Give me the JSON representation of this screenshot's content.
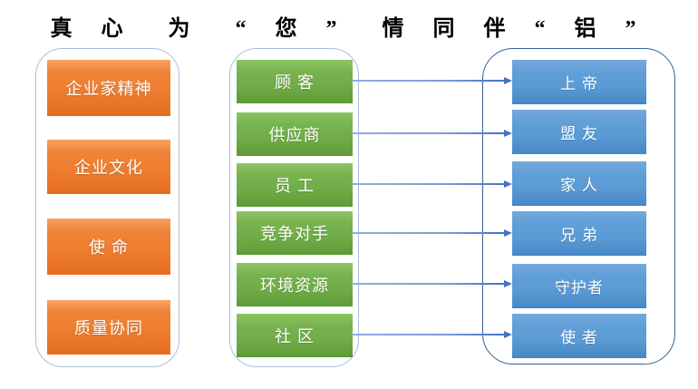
{
  "title": "真 心　为　“ 您 ”　情 同 伴 “ 铝 ”",
  "columns": {
    "left": {
      "items": [
        "企业家精神",
        "企业文化",
        "使 命",
        "质量协同"
      ]
    },
    "middle": {
      "items": [
        "顾 客",
        "供应商",
        "员 工",
        "竞争对手",
        "环境资源",
        "社 区"
      ]
    },
    "right": {
      "items": [
        "上 帝",
        "盟 友",
        "家 人",
        "兄 弟",
        "守护者",
        "使 者"
      ]
    }
  },
  "connections": [
    {
      "from": "顾 客",
      "to": "上 帝"
    },
    {
      "from": "供应商",
      "to": "盟 友"
    },
    {
      "from": "员 工",
      "to": "家 人"
    },
    {
      "from": "竞争对手",
      "to": "兄 弟"
    },
    {
      "from": "环境资源",
      "to": "守护者"
    },
    {
      "from": "社 区",
      "to": "使 者"
    }
  ],
  "colors": {
    "orange_box": "#ED7D31",
    "green_box": "#70AD47",
    "blue_box": "#5B9BD5",
    "panel_border_light": "#A9C0DE",
    "panel_border_dark": "#33609C",
    "arrow": "#4472C4",
    "box_text": "#FFFFFF",
    "title_text": "#000000"
  }
}
